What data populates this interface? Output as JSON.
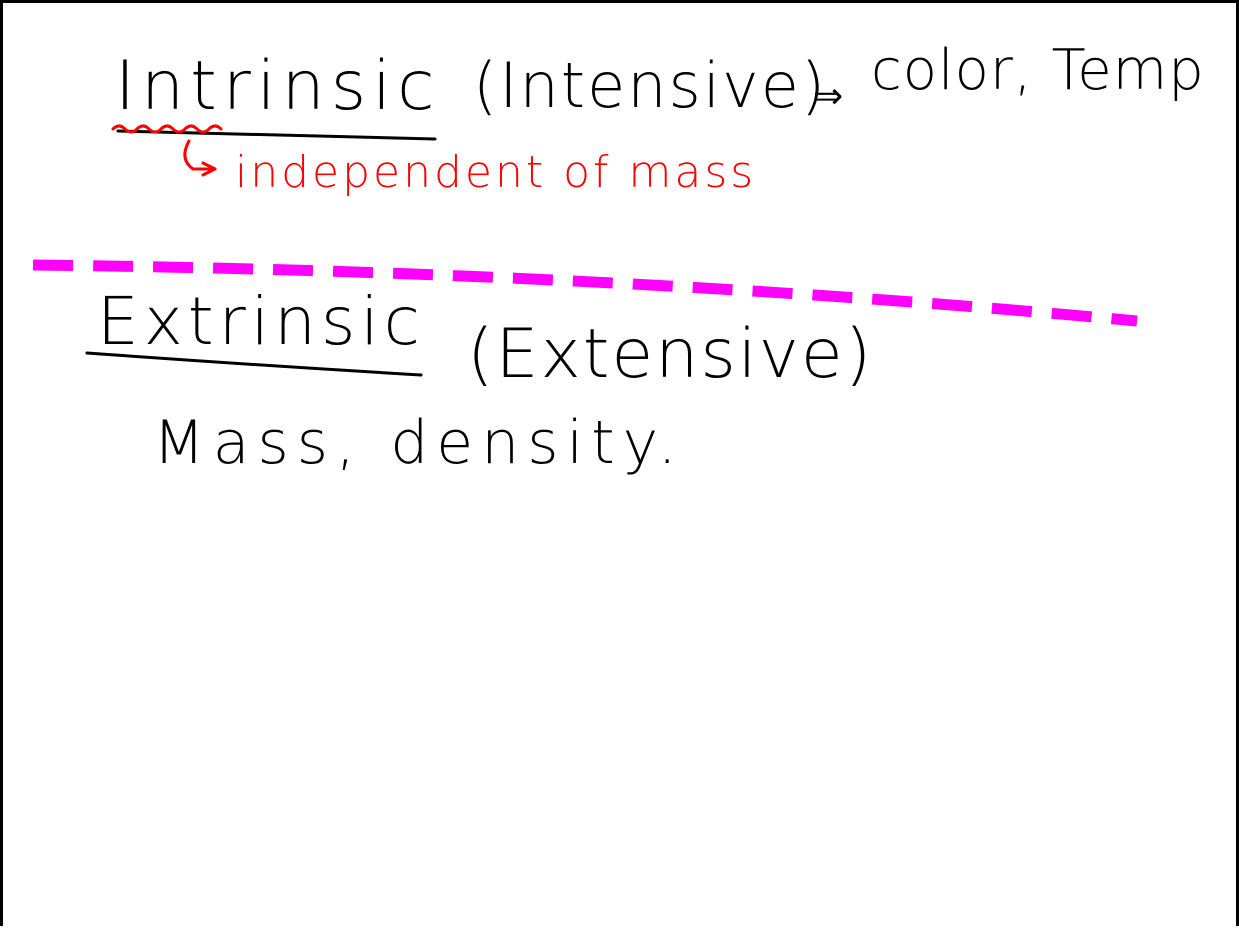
{
  "colors": {
    "ink": "#000000",
    "red_ink": "#ff0000",
    "divider": "#ff00ff",
    "background": "#ffffff"
  },
  "notes": {
    "intrinsic": {
      "term": "Intrinsic",
      "synonym": "(Intensive)",
      "arrow": "⇒",
      "examples": "color, Temp",
      "annotation": "independent of mass"
    },
    "extrinsic": {
      "term": "Extrinsic",
      "synonym": "(Extensive)",
      "examples": "Mass, density."
    }
  }
}
